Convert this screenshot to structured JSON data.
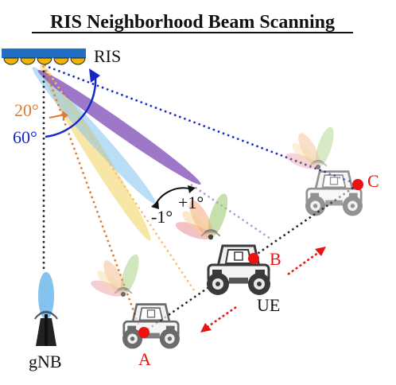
{
  "title": "RIS Neighborhood Beam Scanning",
  "labels": {
    "ris": "RIS",
    "gnb": "gNB",
    "ue": "UE",
    "angle_20": "20°",
    "angle_60": "60°",
    "minus_1": "-1°",
    "plus_1": "+1°",
    "point_a": "A",
    "point_b": "B",
    "point_c": "C"
  },
  "colors": {
    "ris_panel": "#1f6fc4",
    "ris_elements": "#f0b400",
    "angle_20": "#e07a2e",
    "angle_60": "#1020c8",
    "points": "#ee1111",
    "arrows": "#ee1111",
    "beam_purple": "#8d5fc0",
    "beam_blue": "#7fc3ee",
    "beam_yellow": "#f5d978",
    "gnb_beam": "#6eb9ea"
  },
  "icons": [
    "ris-panel",
    "gnb-antenna-icon",
    "vehicle-icon"
  ]
}
